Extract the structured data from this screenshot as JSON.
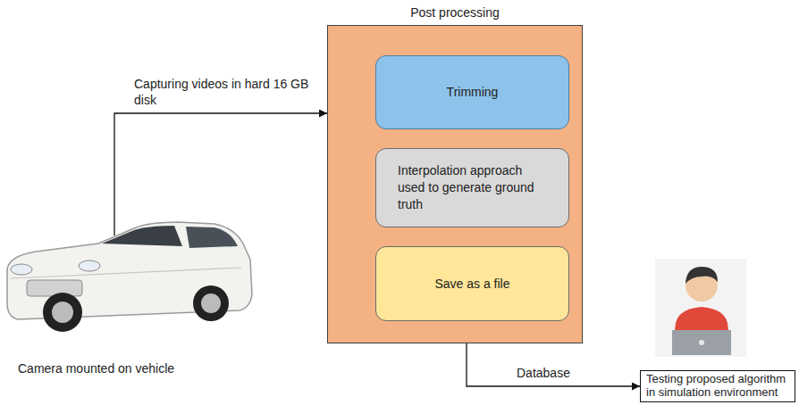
{
  "diagram": {
    "nodes": [
      {
        "text": [
          "Camera mounted on vehicle"
        ]
      },
      {
        "text": [
          "Post processing"
        ]
      },
      {
        "text": [
          "Trimming"
        ],
        "in": 1
      },
      {
        "text": [
          "Interpolation approach used to generate ground truth"
        ],
        "in": 1
      },
      {
        "text": [
          "Save as a file"
        ],
        "in": 1
      },
      {
        "text": [
          "Testing proposed algorithm in simulation environment"
        ]
      }
    ],
    "edges": [
      {
        "from": 0,
        "to": 1,
        "arrow": "to",
        "label": "Capturing videos in hard 16 GB disk"
      },
      {
        "from": 2,
        "to": 3,
        "arrow": "to"
      },
      {
        "from": 3,
        "to": 4,
        "arrow": "to"
      },
      {
        "from": 1,
        "to": 5,
        "arrow": "to",
        "label": "Database"
      }
    ]
  }
}
